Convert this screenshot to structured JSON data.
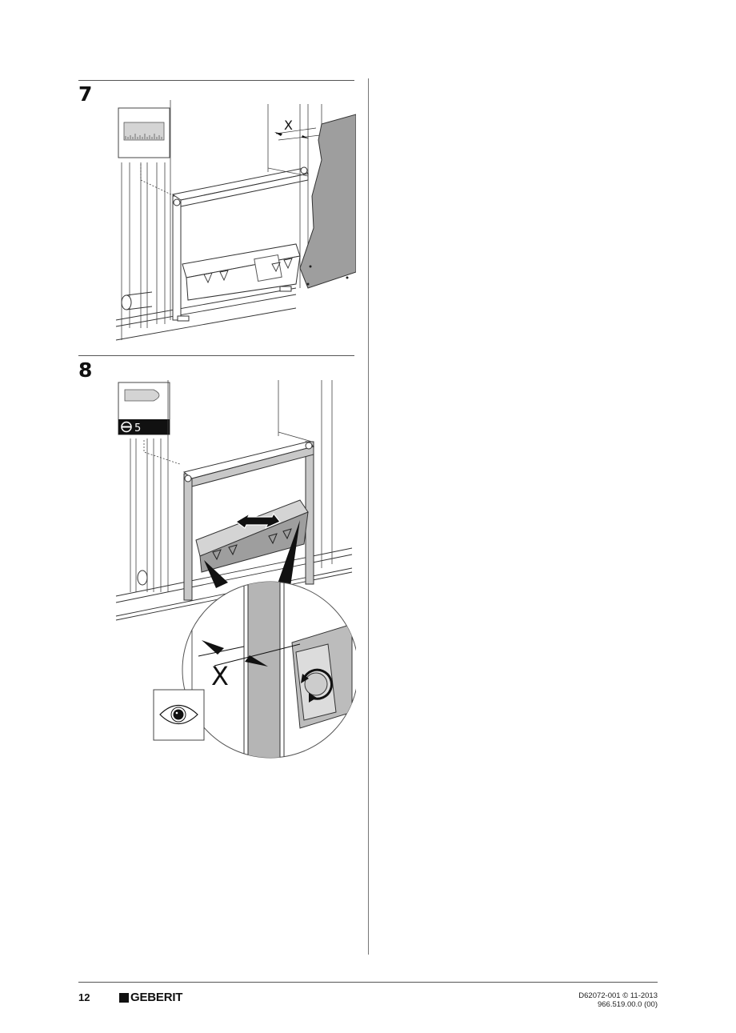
{
  "page": {
    "number": "12",
    "brand": "GEBERIT",
    "doc_ref_line1": "D62072-001 © 11-2013",
    "doc_ref_line2": "966.519.00.0 (00)"
  },
  "steps": [
    {
      "number": "7",
      "tool_icon": "ruler-icon",
      "dimension_label": "X"
    },
    {
      "number": "8",
      "tool_icon": "flat-screwdriver-icon",
      "tool_size": "5",
      "dimension_label": "X",
      "check_icon": "eye-icon"
    }
  ],
  "colors": {
    "line": "#555555",
    "panel_gray": "#9e9e9e",
    "frame_gray": "#c8c8c8",
    "black": "#111111"
  }
}
